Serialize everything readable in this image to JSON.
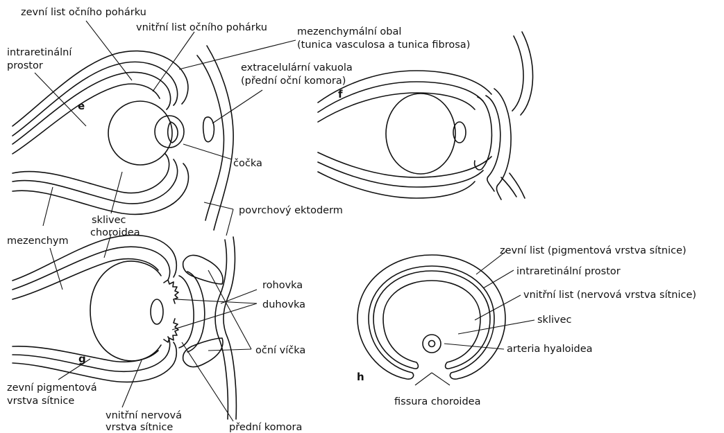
{
  "panels": [
    "e",
    "f",
    "g",
    "h"
  ],
  "labels": {
    "zevni_list_ocniho_poharku": "zevní list očního pohárku",
    "vnitrni_list_ocniho_poharku": "vnitřní list očního pohárku",
    "mezenchymalni_obal_1": "mezenchymální obal",
    "mezenchymalni_obal_2": "(tunica vasculosa a tunica fibrosa)",
    "intraretinalni_1": "intraretinální",
    "intraretinalni_2": "prostor",
    "extracelularni_1": "extracelulární vakuola",
    "extracelularni_2": "(přední oční komora)",
    "cocka": "čočka",
    "sklivec": "sklivec",
    "povrchovy_ektoderm": "povrchový ektoderm",
    "mezenchym": "mezenchym",
    "choroidea": "choroidea",
    "rohovka": "rohovka",
    "duhovka": "duhovka",
    "ocni_vicka": "oční víčka",
    "zevni_pigmentova_1": "zevní pigmentová",
    "zevni_pigmentova_2": "vrstva sítnice",
    "vnitrni_nervova_1": "vnitřní nervová",
    "vnitrni_nervova_2": "vrstva sítnice",
    "predni_komora": "přední komora",
    "h_zevni_list": "zevní list (pigmentová vrstva sítnice)",
    "h_intraretinalni": "intraretinální prostor",
    "h_vnitrni_list": "vnitřní list (nervová vrstva sítnice)",
    "h_sklivec": "sklivec",
    "h_arteria": "arteria hyaloidea",
    "h_fissura": "fissura choroidea"
  }
}
